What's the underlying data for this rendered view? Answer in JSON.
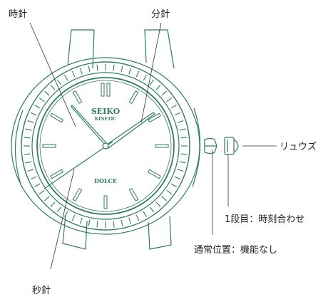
{
  "labels": {
    "hour_hand": "時針",
    "minute_hand": "分針",
    "second_hand": "秒針",
    "crown": "リュウズ",
    "crown_position_1": "1段目：時刻合わせ",
    "crown_normal_position": "通常位置：機能なし"
  },
  "dial": {
    "brand": "SEIKO",
    "sub_brand": "KINETIC",
    "model": "DOLCE"
  },
  "colors": {
    "line": "#2e7d5b",
    "callout": "#333333",
    "text": "#222222"
  }
}
